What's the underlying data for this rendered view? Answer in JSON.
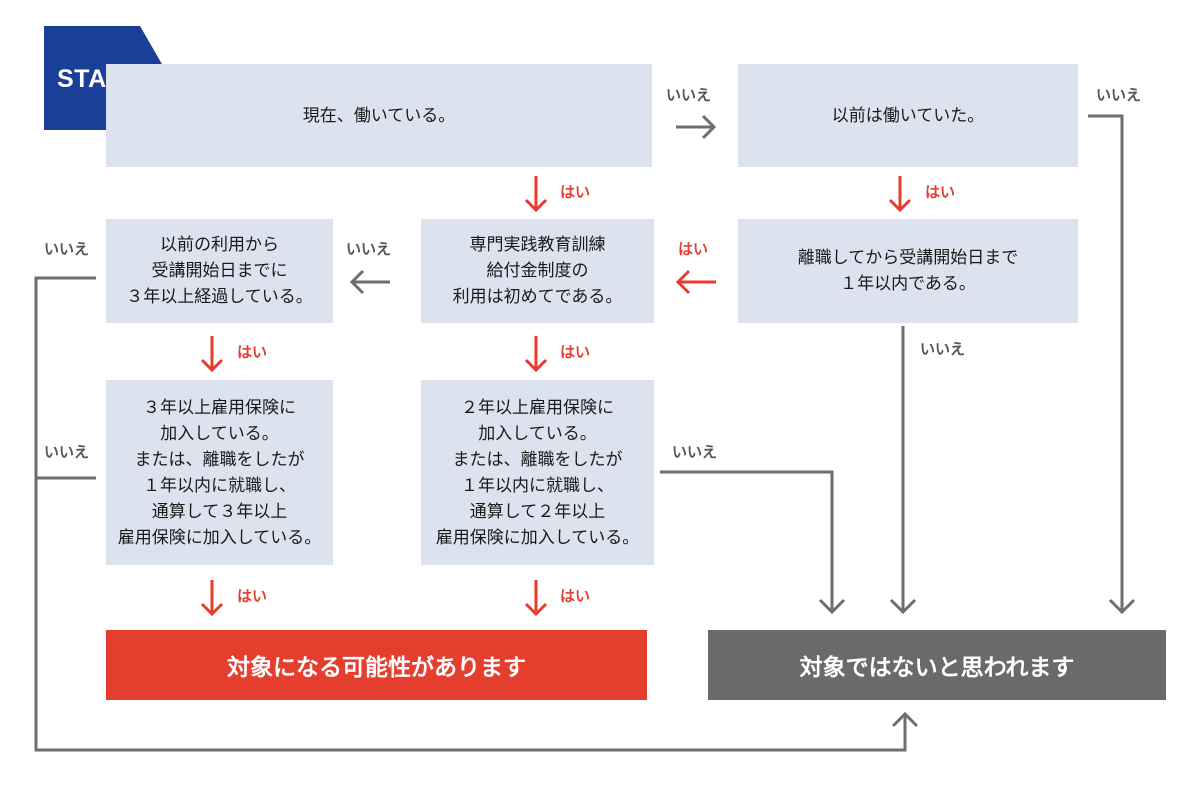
{
  "start": "START",
  "nodes": {
    "q_working": "現在、働いている。",
    "q_worked_before": "以前は働いていた。",
    "q_within_one_year": "離職してから受講開始日まで\n１年以内である。",
    "q_first_use": "専門実践教育訓練\n給付金制度の\n利用は初めてである。",
    "q_three_years_since": "以前の利用から\n受講開始日までに\n３年以上経過している。",
    "q_two_years_insured": "２年以上雇用保険に\n加入している。\nまたは、離職をしたが\n１年以内に就職し、\n通算して２年以上\n雇用保険に加入している。",
    "q_three_years_insured": "３年以上雇用保険に\n加入している。\nまたは、離職をしたが\n１年以内に就職し、\n通算して３年以上\n雇用保険に加入している。"
  },
  "results": {
    "eligible": "対象になる可能性があります",
    "not_eligible": "対象ではないと思われます"
  },
  "labels": {
    "yes": "はい",
    "no": "いいえ"
  },
  "colors": {
    "box": "#dce3ef",
    "start": "#1a3f98",
    "eligible": "#e53d2e",
    "not_eligible": "#6a6a6c",
    "yes_arrow": "#e53d2e",
    "no_arrow": "#6e6e6e"
  }
}
